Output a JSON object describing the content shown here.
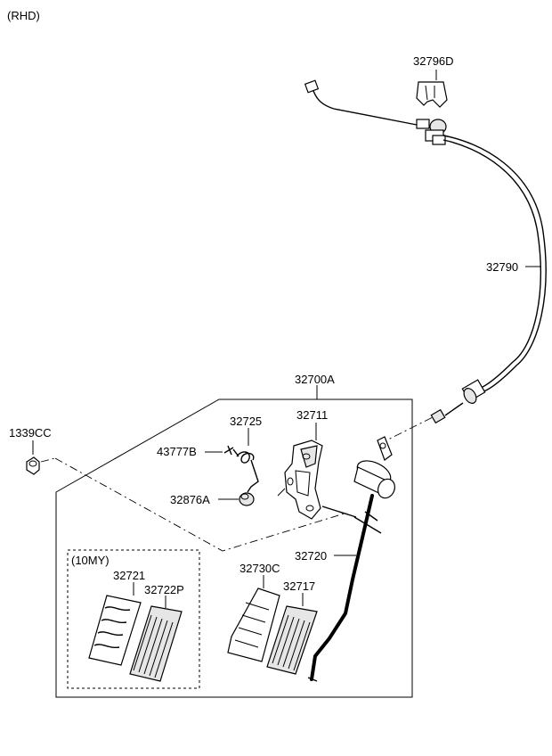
{
  "header": {
    "variant": "(RHD)"
  },
  "labels": {
    "p32796D": "32796D",
    "p32790": "32790",
    "p32700A": "32700A",
    "p1339CC": "1339CC",
    "p32725": "32725",
    "p32711": "32711",
    "p43777B": "43777B",
    "p32876A": "32876A",
    "p32720": "32720",
    "p32730C": "32730C",
    "p32717": "32717",
    "p32721": "32721",
    "p32722P": "32722P",
    "model_year_box": "(10MY)"
  }
}
